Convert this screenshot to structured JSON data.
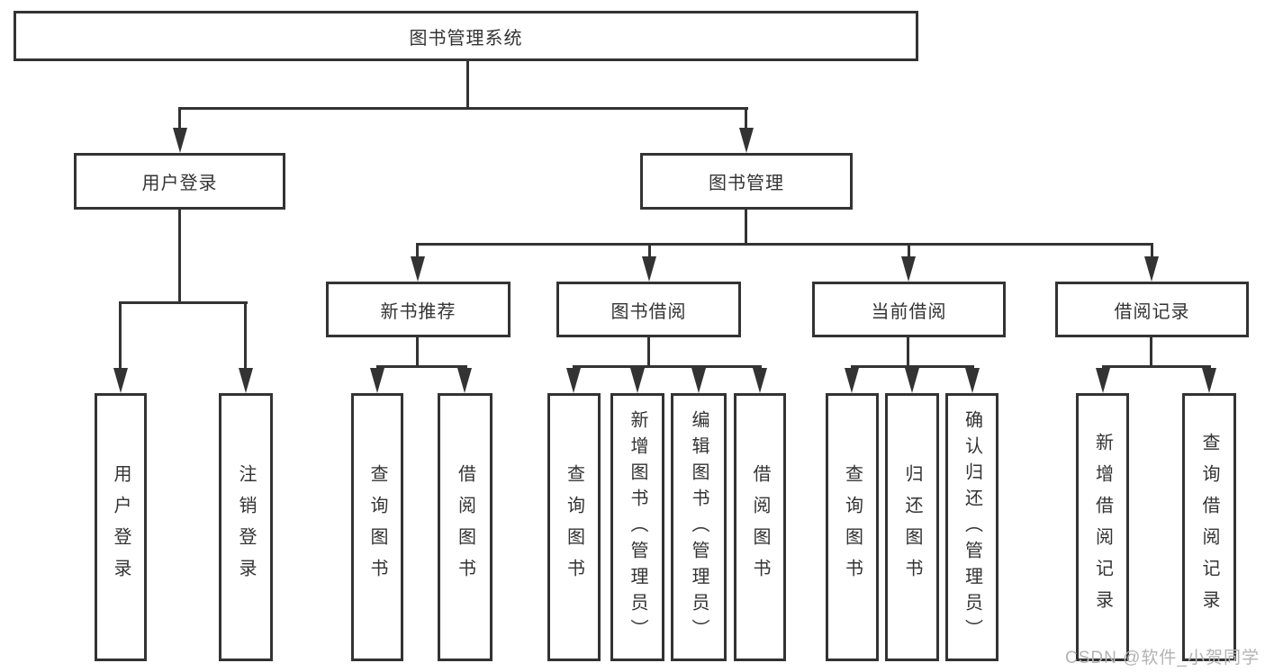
{
  "colors": {
    "line": "#333333",
    "box_border": "#333333",
    "text": "#333333",
    "background": "#ffffff",
    "watermark": "#b3b3b3"
  },
  "tree": {
    "root": "图书管理系统",
    "children": [
      {
        "label": "用户登录",
        "children": [
          "用户登录",
          "注销登录"
        ]
      },
      {
        "label": "图书管理",
        "children": [
          {
            "label": "新书推荐",
            "children": [
              "查询图书",
              "借阅图书"
            ]
          },
          {
            "label": "图书借阅",
            "children": [
              "查询图书",
              "新增图书（管理员）",
              "编辑图书（管理员）",
              "借阅图书"
            ]
          },
          {
            "label": "当前借阅",
            "children": [
              "查询图书",
              "归还图书",
              "确认归还（管理员）"
            ]
          },
          {
            "label": "借阅记录",
            "children": [
              "新增借阅记录",
              "查询借阅记录"
            ]
          }
        ]
      }
    ]
  },
  "watermark": {
    "text": "CSDN @软件_小贺同学"
  }
}
